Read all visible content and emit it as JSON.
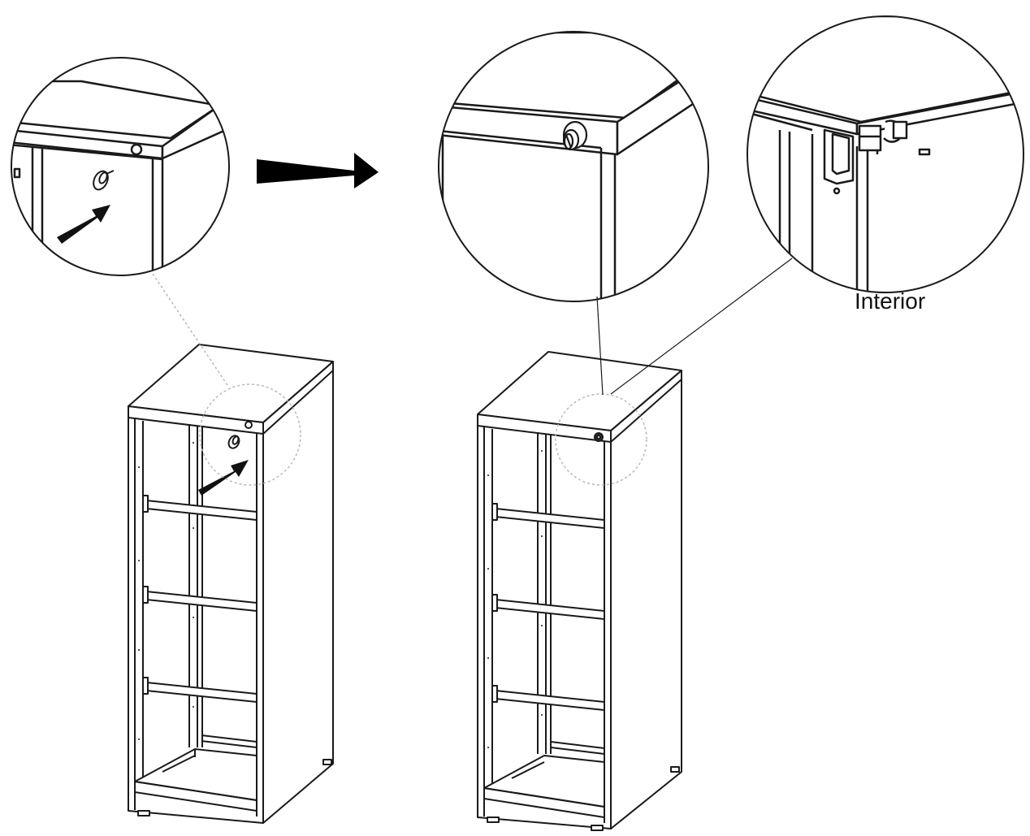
{
  "labels": {
    "interior": "Interior"
  },
  "colors": {
    "line": "#1a1a1a",
    "dotted": "#b8b8b8",
    "background": "#ffffff"
  },
  "figures": [
    {
      "id": "cabinet-left",
      "detail": "lock-positioning"
    },
    {
      "id": "cabinet-right",
      "detail": "lock-installed"
    }
  ],
  "icons": [
    "arrow-right-icon",
    "pointer-arrow-icon",
    "lock-cylinder-icon"
  ]
}
